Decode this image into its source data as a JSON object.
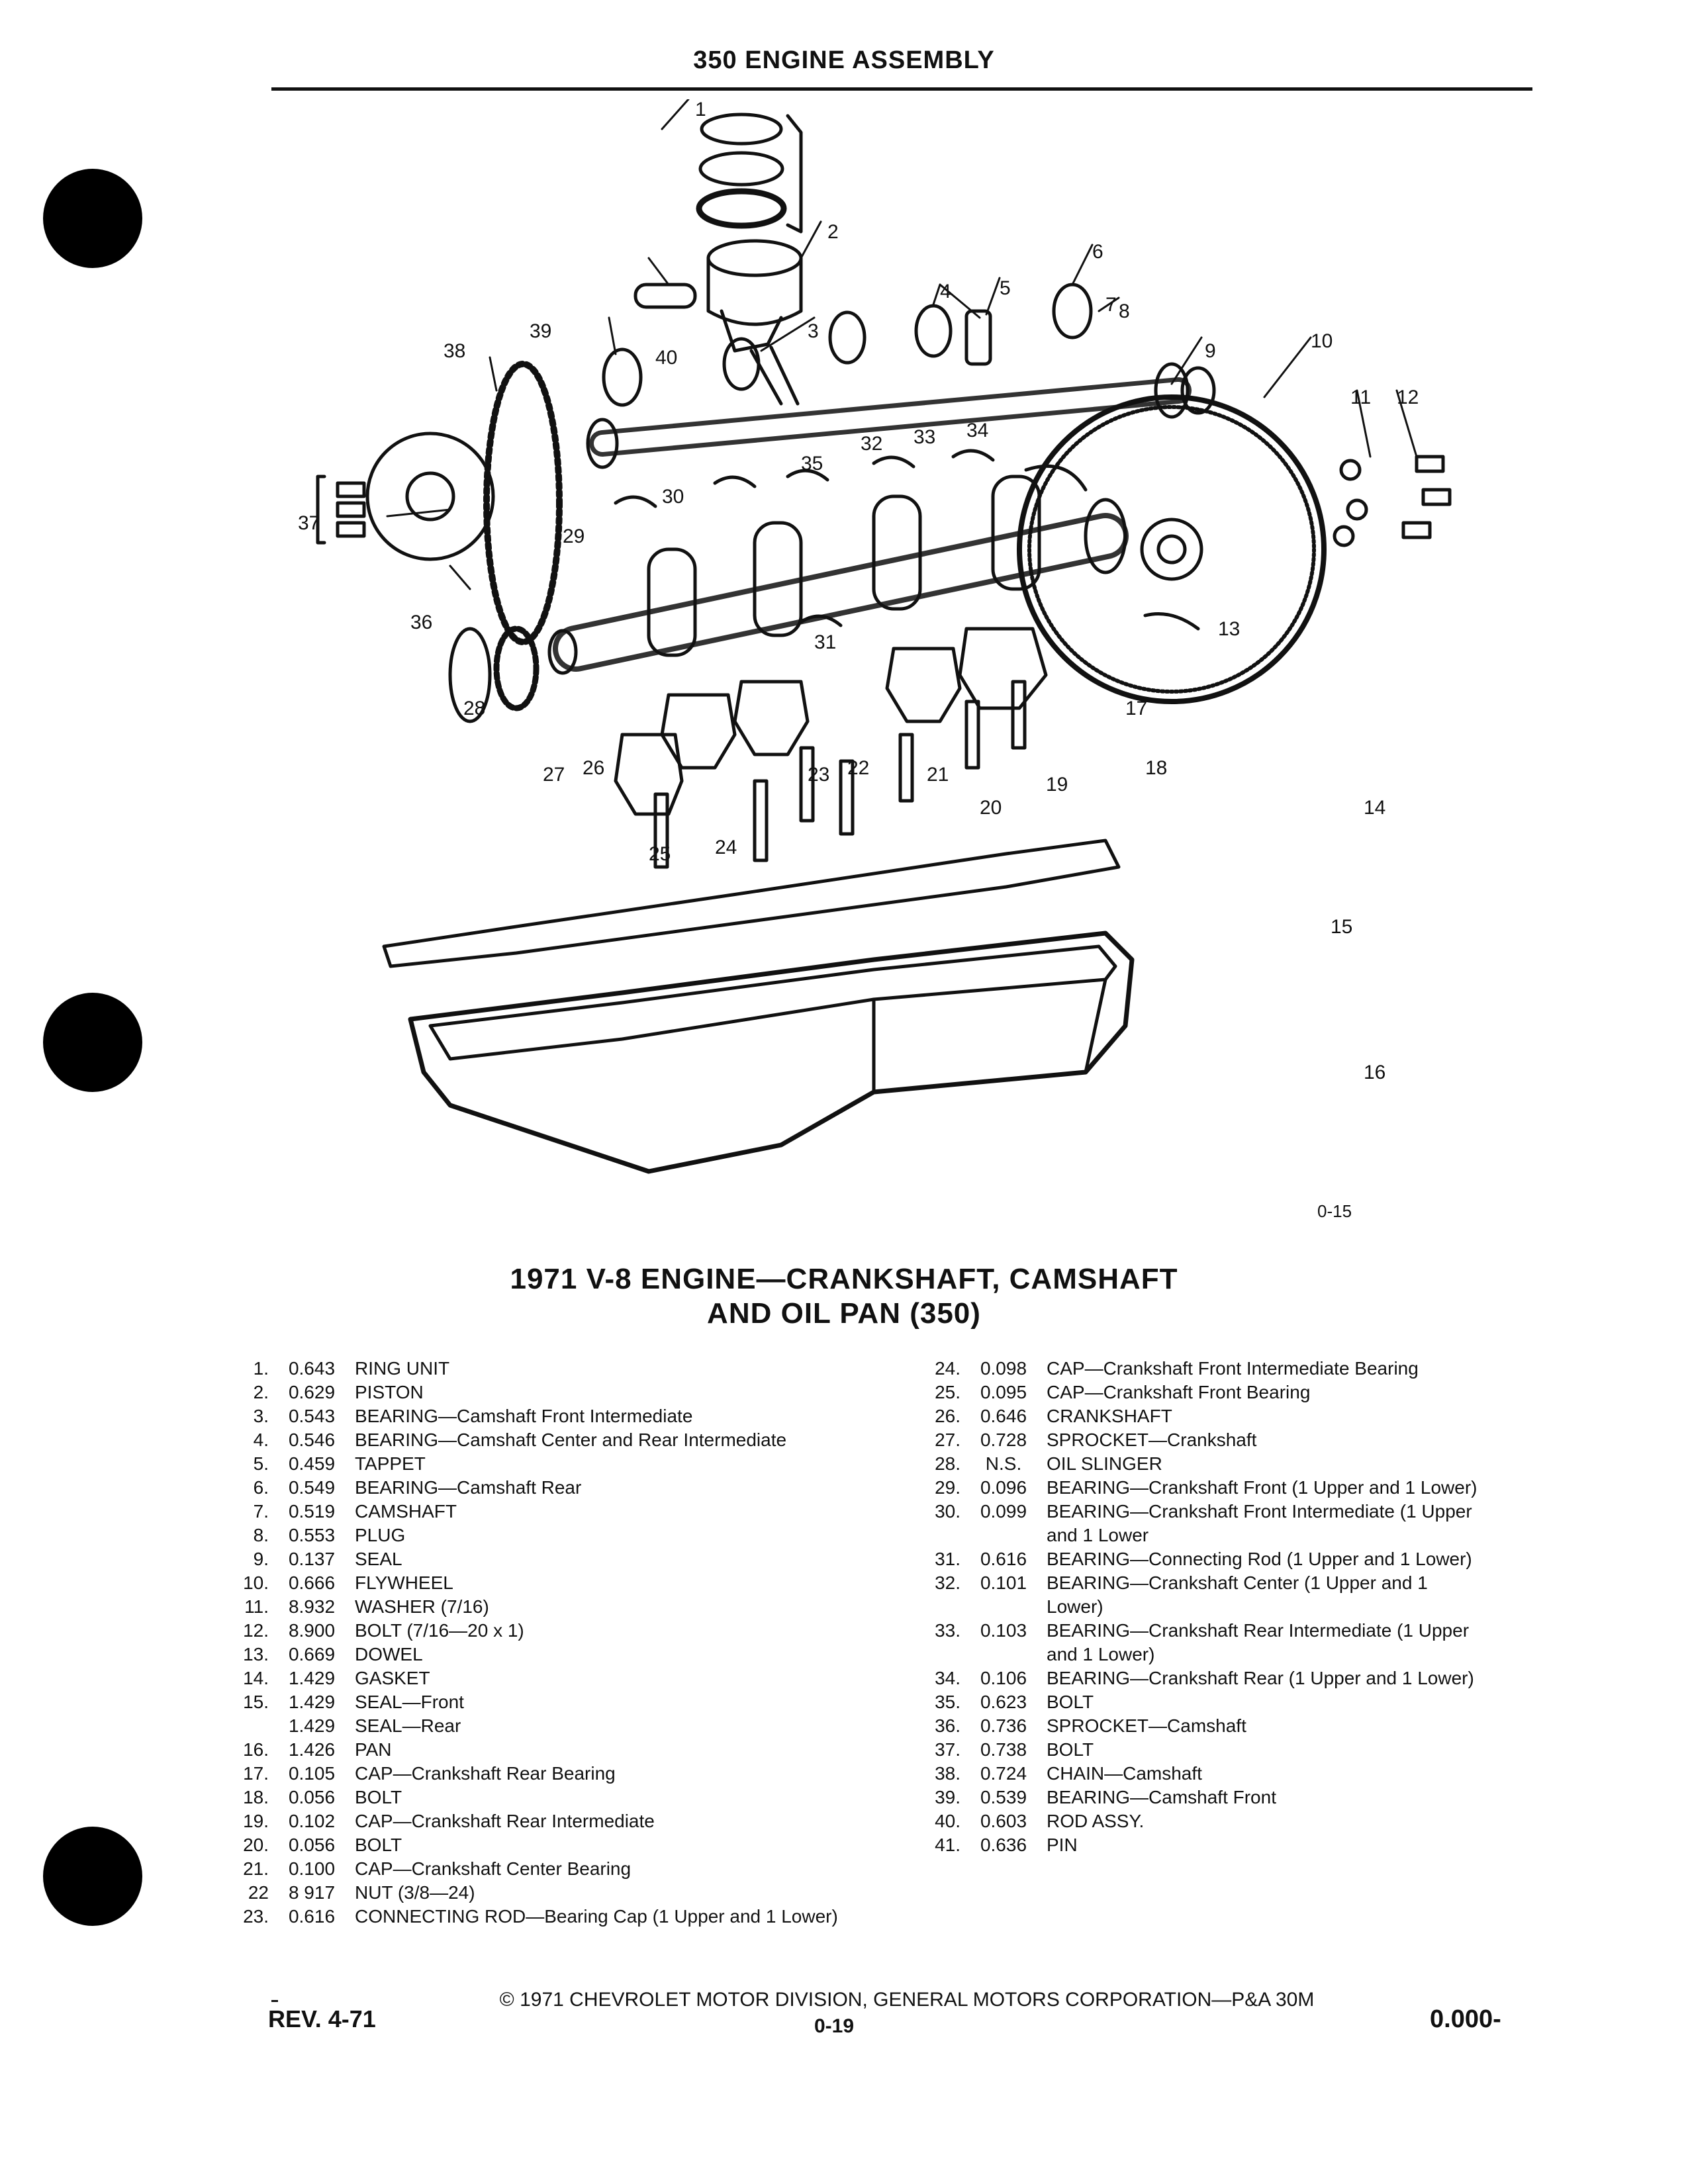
{
  "header": {
    "title": "350 ENGINE ASSEMBLY"
  },
  "diagram": {
    "figure_code": "0-15",
    "callouts": [
      "1",
      "2",
      "3",
      "4",
      "5",
      "6",
      "7",
      "8",
      "9",
      "10",
      "11",
      "12",
      "13",
      "14",
      "15",
      "16",
      "17",
      "18",
      "19",
      "20",
      "21",
      "22",
      "23",
      "24",
      "25",
      "26",
      "27",
      "28",
      "29",
      "30",
      "31",
      "32",
      "33",
      "34",
      "35",
      "36",
      "37",
      "38",
      "39",
      "40"
    ]
  },
  "caption": {
    "line1": "1971 V-8 ENGINE—CRANKSHAFT, CAMSHAFT",
    "line2": "AND OIL PAN (350)"
  },
  "parts_left": [
    {
      "num": "1.",
      "part": "0.643",
      "desc": "RING UNIT"
    },
    {
      "num": "2.",
      "part": "0.629",
      "desc": "PISTON"
    },
    {
      "num": "3.",
      "part": "0.543",
      "desc": "BEARING—Camshaft Front Intermediate"
    },
    {
      "num": "4.",
      "part": "0.546",
      "desc": "BEARING—Camshaft Center and Rear Intermediate"
    },
    {
      "num": "5.",
      "part": "0.459",
      "desc": "TAPPET"
    },
    {
      "num": "6.",
      "part": "0.549",
      "desc": "BEARING—Camshaft Rear"
    },
    {
      "num": "7.",
      "part": "0.519",
      "desc": "CAMSHAFT"
    },
    {
      "num": "8.",
      "part": "0.553",
      "desc": "PLUG"
    },
    {
      "num": "9.",
      "part": "0.137",
      "desc": "SEAL"
    },
    {
      "num": "10.",
      "part": "0.666",
      "desc": "FLYWHEEL"
    },
    {
      "num": "11.",
      "part": "8.932",
      "desc": "WASHER (7/16)"
    },
    {
      "num": "12.",
      "part": "8.900",
      "desc": "BOLT (7/16—20 x 1)"
    },
    {
      "num": "13.",
      "part": "0.669",
      "desc": "DOWEL"
    },
    {
      "num": "14.",
      "part": "1.429",
      "desc": "GASKET"
    },
    {
      "num": "15.",
      "part": "1.429",
      "desc": "SEAL—Front"
    },
    {
      "num": "",
      "part": "1.429",
      "desc": "SEAL—Rear"
    },
    {
      "num": "16.",
      "part": "1.426",
      "desc": "PAN"
    },
    {
      "num": "17.",
      "part": "0.105",
      "desc": "CAP—Crankshaft Rear Bearing"
    },
    {
      "num": "18.",
      "part": "0.056",
      "desc": "BOLT"
    },
    {
      "num": "19.",
      "part": "0.102",
      "desc": "CAP—Crankshaft Rear Intermediate"
    },
    {
      "num": "20.",
      "part": "0.056",
      "desc": "BOLT"
    },
    {
      "num": "21.",
      "part": "0.100",
      "desc": "CAP—Crankshaft Center Bearing"
    },
    {
      "num": "22",
      "part": "8 917",
      "desc": "NUT (3/8—24)"
    },
    {
      "num": "23.",
      "part": "0.616",
      "desc": "CONNECTING ROD—Bearing Cap (1 Upper and 1 Lower)"
    }
  ],
  "parts_right": [
    {
      "num": "24.",
      "part": "0.098",
      "desc": "CAP—Crankshaft Front Intermediate Bearing"
    },
    {
      "num": "25.",
      "part": "0.095",
      "desc": "CAP—Crankshaft Front Bearing"
    },
    {
      "num": "26.",
      "part": "0.646",
      "desc": "CRANKSHAFT"
    },
    {
      "num": "27.",
      "part": "0.728",
      "desc": "SPROCKET—Crankshaft"
    },
    {
      "num": "28.",
      "part": "N.S.",
      "desc": "OIL SLINGER"
    },
    {
      "num": "29.",
      "part": "0.096",
      "desc": "BEARING—Crankshaft Front (1 Upper and 1 Lower)"
    },
    {
      "num": "30.",
      "part": "0.099",
      "desc": "BEARING—Crankshaft Front Intermediate (1 Upper and 1 Lower"
    },
    {
      "num": "31.",
      "part": "0.616",
      "desc": "BEARING—Connecting Rod (1 Upper and 1 Lower)"
    },
    {
      "num": "32.",
      "part": "0.101",
      "desc": "BEARING—Crankshaft Center (1 Upper and 1 Lower)"
    },
    {
      "num": "33.",
      "part": "0.103",
      "desc": "BEARING—Crankshaft Rear Intermediate (1 Upper and 1 Lower)"
    },
    {
      "num": "34.",
      "part": "0.106",
      "desc": "BEARING—Crankshaft Rear (1 Upper and 1 Lower)"
    },
    {
      "num": "35.",
      "part": "0.623",
      "desc": "BOLT"
    },
    {
      "num": "36.",
      "part": "0.736",
      "desc": "SPROCKET—Camshaft"
    },
    {
      "num": "37.",
      "part": "0.738",
      "desc": "BOLT"
    },
    {
      "num": "38.",
      "part": "0.724",
      "desc": "CHAIN—Camshaft"
    },
    {
      "num": "39.",
      "part": "0.539",
      "desc": "BEARING—Camshaft Front"
    },
    {
      "num": "40.",
      "part": "0.603",
      "desc": "ROD ASSY."
    },
    {
      "num": "41.",
      "part": "0.636",
      "desc": "PIN"
    }
  ],
  "footer": {
    "copyright": "© 1971 CHEVROLET MOTOR DIVISION, GENERAL MOTORS CORPORATION—P&A 30M",
    "revision": "REV. 4-71",
    "page": "0-19",
    "code": "0.000-"
  }
}
